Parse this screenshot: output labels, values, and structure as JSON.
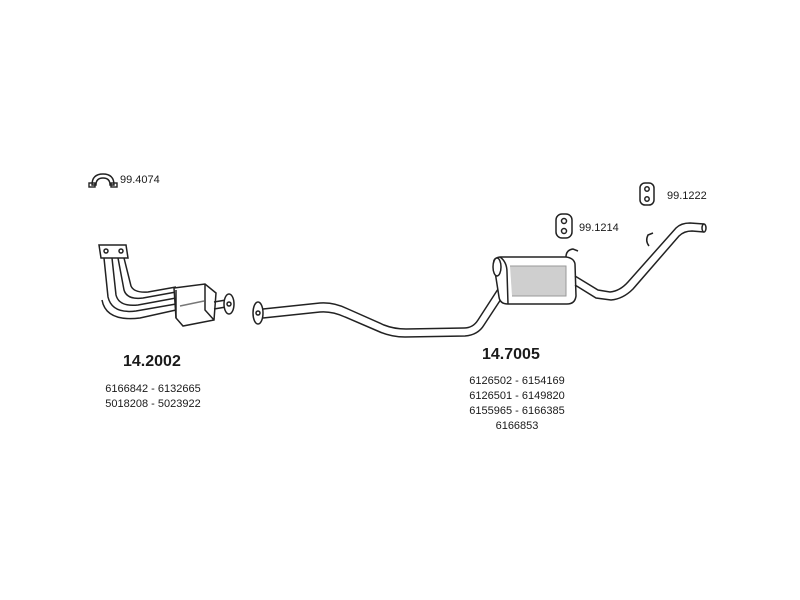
{
  "parts": {
    "clamp_top_left": {
      "number": "99.4074",
      "icon": "clamp-icon"
    },
    "mount_center": {
      "number": "99.1214",
      "icon": "rubber-mount-icon"
    },
    "mount_right": {
      "number": "99.1222",
      "icon": "rubber-mount-icon"
    },
    "front_pipe": {
      "number": "14.2002",
      "oem_lines": [
        "6166842 - 6132665",
        "5018208 - 5023922"
      ]
    },
    "rear_section": {
      "number": "14.7005",
      "oem_lines": [
        "6126502 - 6154169",
        "6126501 - 6149820",
        "6155965 - 6166385",
        "6166853"
      ]
    }
  },
  "colors": {
    "line": "#222222",
    "fill": "#ffffff",
    "shade": "#cfcfcf"
  }
}
